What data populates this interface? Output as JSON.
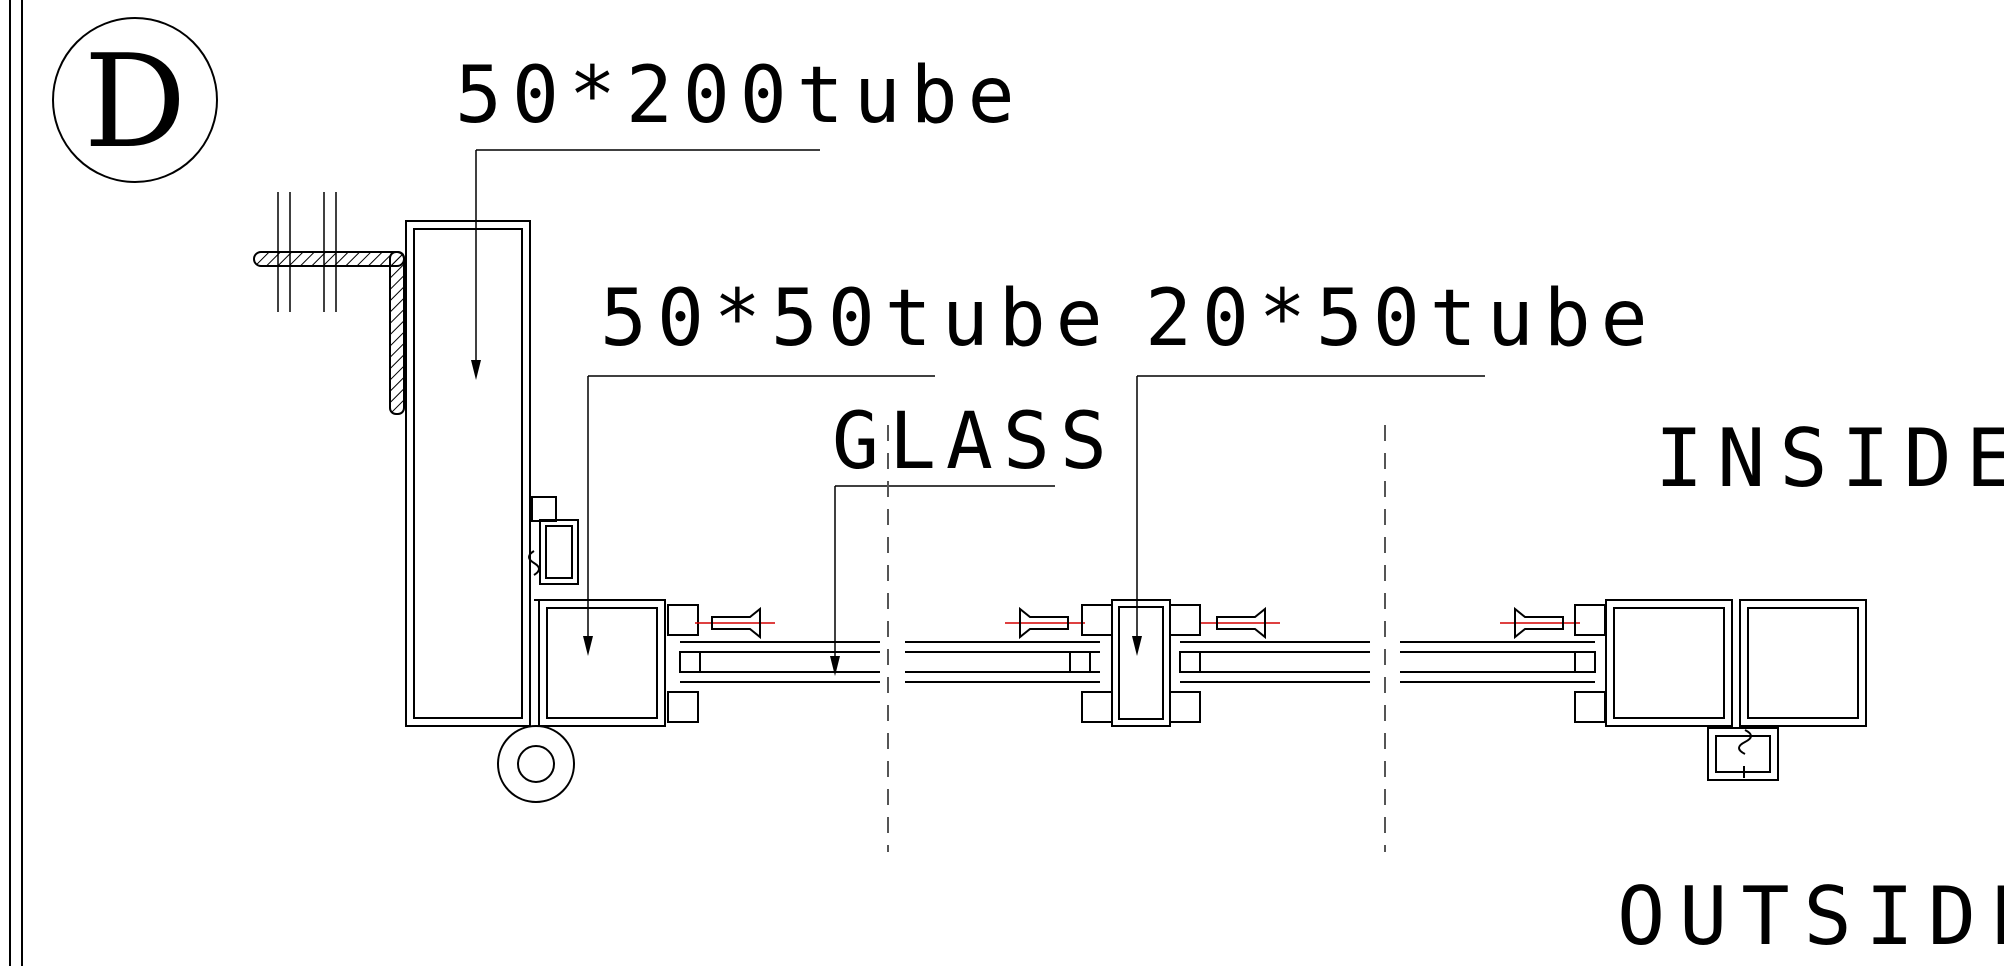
{
  "detail": {
    "mark": "D"
  },
  "labels": {
    "tube_large": "50*200tube",
    "tube_medium": "50*50tube",
    "tube_small": "20*50tube",
    "glass": "GLASS",
    "inside": "INSIDE",
    "outside": "OUTSIDE"
  },
  "colors": {
    "linework": "#000000",
    "screw_centerline": "#d40000",
    "background": "#ffffff"
  }
}
